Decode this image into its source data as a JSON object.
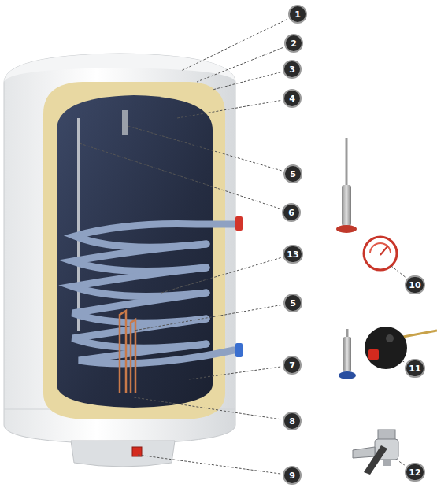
{
  "diagram": {
    "nodes": [
      {
        "text": [
          "1"
        ]
      },
      {
        "text": [
          "2"
        ]
      },
      {
        "text": [
          "3"
        ]
      },
      {
        "text": [
          "4"
        ]
      },
      {
        "text": [
          "5"
        ]
      },
      {
        "text": [
          "6"
        ]
      },
      {
        "text": [
          "13"
        ]
      },
      {
        "text": [
          "10"
        ]
      },
      {
        "text": [
          "5"
        ]
      },
      {
        "text": [
          "11"
        ]
      },
      {
        "text": [
          "7"
        ]
      },
      {
        "text": [
          "8"
        ]
      },
      {
        "text": [
          "12"
        ]
      },
      {
        "text": [
          "9"
        ]
      }
    ]
  }
}
